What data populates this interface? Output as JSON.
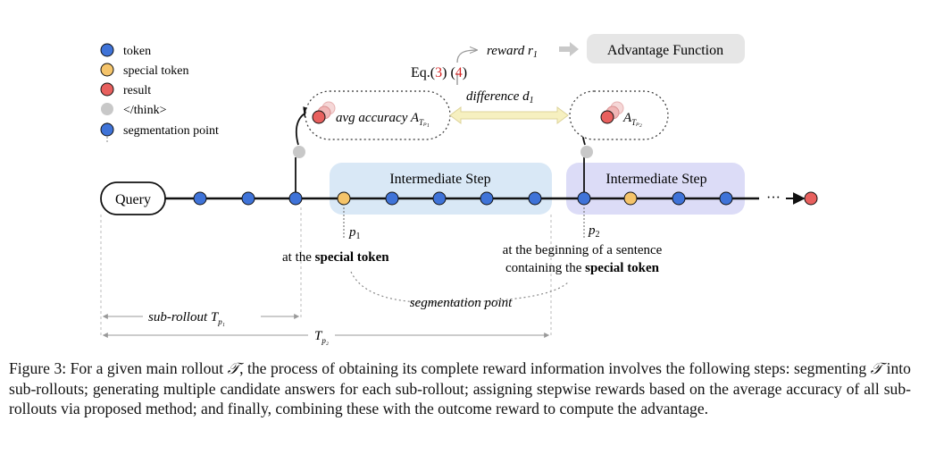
{
  "legend": {
    "items": [
      {
        "label": "token",
        "color": "#3f73d8"
      },
      {
        "label": "special token",
        "color": "#f5c46a"
      },
      {
        "label": "result",
        "color": "#e8605e"
      },
      {
        "label": "</think>",
        "color": "#c8c8c8"
      },
      {
        "label": "segmentation point",
        "color": "#3f73d8"
      }
    ]
  },
  "nodes": {
    "query": "Query",
    "step_1": "Intermediate Step",
    "step_2": "Intermediate Step",
    "ellipsis": "···",
    "p1": "p",
    "p1_sub": "1",
    "p2": "p",
    "p2_sub": "2"
  },
  "annotations": {
    "at_special": "at the ",
    "at_special_bold": "special token",
    "beginning_line1": "at the beginning of a sentence",
    "beginning_line2": "containing the ",
    "beginning_bold": "special token",
    "segmentation_point": "segmentation point",
    "sub_rollout": "sub-rollout ",
    "sub_rollout_sym": "T",
    "sub_rollout_sub": "p₁",
    "T2_sym": "T",
    "T2_sub": "p₂"
  },
  "reward": {
    "avg_accuracy": "avg accuracy ",
    "A_sym": "A",
    "A1_sub": "Tₚ₁",
    "A2_sub": "Tₚ₂",
    "difference": "difference ",
    "d_sym": "d",
    "d_sub": "1",
    "eq_prefix": "Eq.",
    "eq_3": "3",
    "eq_4": "4",
    "reward_label": "reward ",
    "r_sym": "r",
    "r_sub": "1",
    "advantage": "Advantage Function"
  },
  "colors": {
    "token": "#3f73d8",
    "special": "#f5c46a",
    "result": "#e8605e",
    "think": "#c8c8c8",
    "step_box_1": "#d9e8f6",
    "step_box_2": "#dcdcf7",
    "advantage_box": "#e6e6e6",
    "eq_ref": "#d62424",
    "diff_arrow": "#f6f0c0"
  },
  "caption": {
    "figure_label": "Figure 3: ",
    "part1": "For a given main rollout ",
    "sym1": "𝒯",
    "part2": ", the process of obtaining its complete reward information involves the following steps: segmenting ",
    "sym2": "𝒯",
    "part3": " into sub-rollouts; generating multiple candidate answers for each sub-rollout; assigning stepwise rewards based on the average accuracy of all sub-rollouts via proposed method; and finally, combining these with the outcome reward to compute the advantage."
  }
}
